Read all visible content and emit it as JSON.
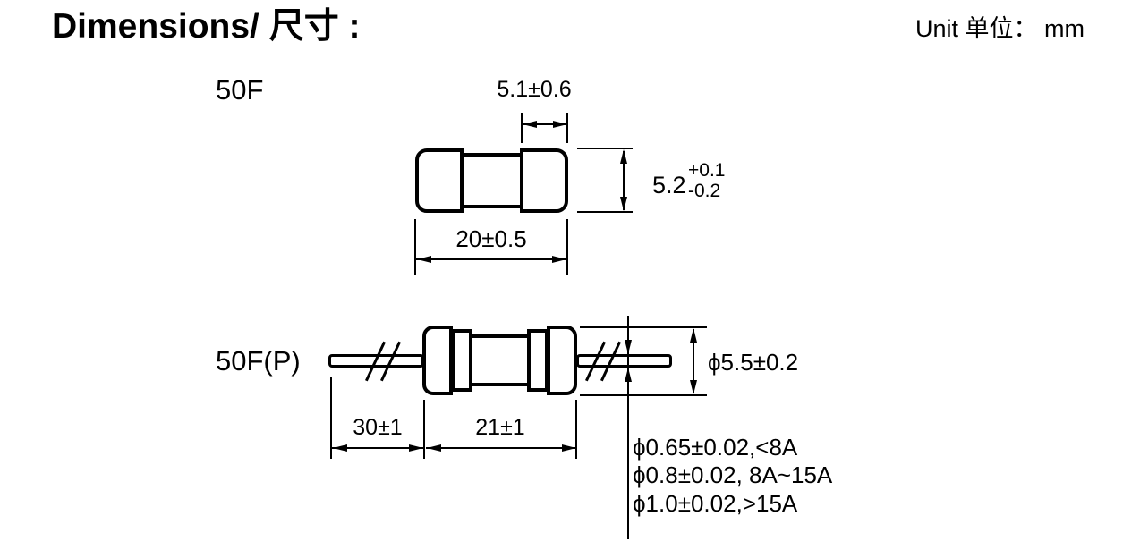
{
  "colors": {
    "line": "#000000",
    "background": "#ffffff",
    "text": "#000000"
  },
  "header": {
    "title": "Dimensions/ 尺寸 :",
    "unit_label": "Unit 单位： mm"
  },
  "fuse_50f": {
    "label": "50F",
    "cap_width": "5.1±0.6",
    "body_diameter_value": "5.2",
    "body_diameter_tol_upper": "+0.1",
    "body_diameter_tol_lower": "-0.2",
    "body_length": "20±0.5"
  },
  "fuse_50fp": {
    "label": "50F(P)",
    "lead_length": "30±1",
    "body_length": "21±1",
    "body_diameter": "ϕ5.5±0.2",
    "lead_diameter_notes": [
      "ϕ0.65±0.02,<8A",
      "ϕ0.8±0.02, 8A~15A",
      "ϕ1.0±0.02,>15A"
    ]
  }
}
